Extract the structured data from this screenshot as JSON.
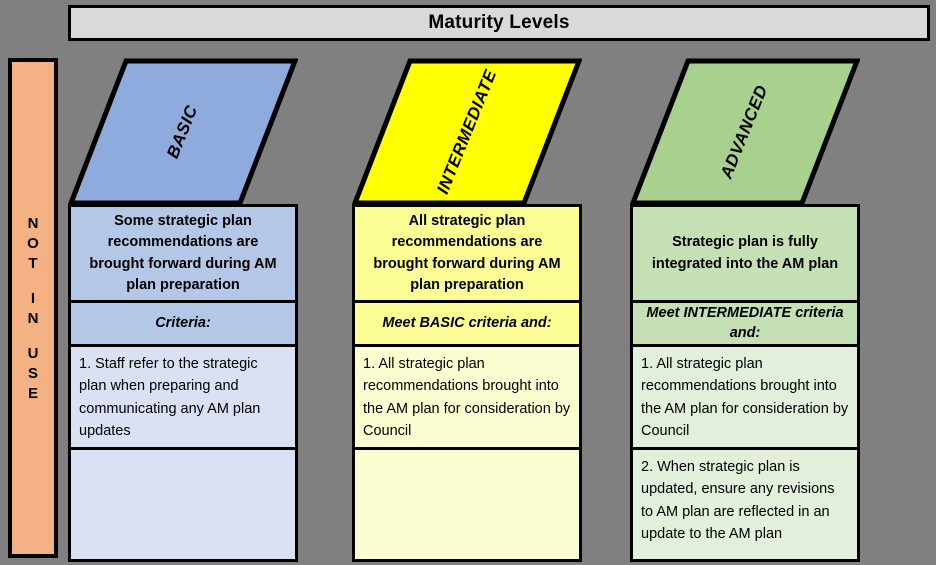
{
  "header": {
    "title": "Maturity Levels"
  },
  "not_in_use": {
    "name": "NOT IN USE",
    "letters_line1": [
      "N",
      "O",
      "T"
    ],
    "letters_line2": [
      "I",
      "N"
    ],
    "letters_line3": [
      "U",
      "S",
      "E"
    ],
    "color": "#f4b183"
  },
  "levels": [
    {
      "id": "basic",
      "label": "BASIC",
      "top_color": "#8faadc",
      "header_color": "#b4c7e7",
      "body_color": "#dae1f3",
      "summary": "Some strategic plan recommendations are brought forward during AM plan preparation",
      "criteria_label": "Criteria:",
      "criteria": [
        "1. Staff refer to the strategic plan when preparing and communicating any AM plan updates"
      ],
      "empty_cell": ""
    },
    {
      "id": "intermediate",
      "label": "INTERMEDIATE",
      "top_color": "#ffff00",
      "header_color": "#fdfd96",
      "body_color": "#fdfdd2",
      "summary": "All strategic plan recommendations are brought forward during AM plan preparation",
      "criteria_label": "Meet BASIC criteria and:",
      "criteria": [
        "1. All strategic plan recommendations brought into the AM plan for consideration by Council"
      ],
      "empty_cell": ""
    },
    {
      "id": "advanced",
      "label": "ADVANCED",
      "top_color": "#a9d18e",
      "header_color": "#c5e0b4",
      "body_color": "#e2efda",
      "summary": "Strategic plan is fully integrated into the AM plan",
      "criteria_label": "Meet INTERMEDIATE criteria and:",
      "criteria": [
        "1. All strategic plan recommendations brought into the AM plan for consideration by Council",
        "2. When strategic plan is updated, ensure any revisions to AM plan are reflected in an update to the AM plan"
      ],
      "empty_cell": ""
    }
  ]
}
